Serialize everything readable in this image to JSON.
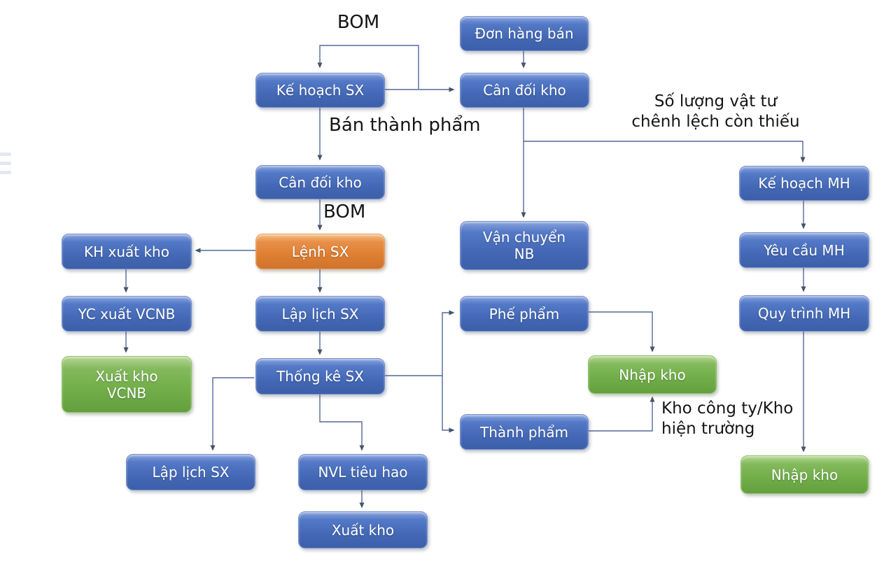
{
  "diagram": {
    "title": "Production / inventory process flowchart (Vietnamese ERP)",
    "colors": {
      "node_blue": "#4a70be",
      "node_orange": "#dd7e31",
      "node_green": "#70ad47",
      "connector": "#4a6496",
      "label_text": "#151515",
      "background": "#ffffff"
    },
    "nodes": [
      {
        "id": "don-hang-ban",
        "label": "Đơn hàng bán",
        "color": "blue"
      },
      {
        "id": "ke-hoach-sx",
        "label": "Kế hoạch SX",
        "color": "blue"
      },
      {
        "id": "can-doi-kho-top",
        "label": "Cân đối kho",
        "color": "blue"
      },
      {
        "id": "can-doi-kho-mid",
        "label": "Cân đối kho",
        "color": "blue"
      },
      {
        "id": "ke-hoach-mh",
        "label": "Kế hoạch MH",
        "color": "blue"
      },
      {
        "id": "kh-xuat-kho",
        "label": "KH xuất kho",
        "color": "blue"
      },
      {
        "id": "lenh-sx",
        "label": "Lệnh SX",
        "color": "orange"
      },
      {
        "id": "van-chuyen-nb",
        "label": "Vận chuyển\nNB",
        "color": "blue"
      },
      {
        "id": "yeu-cau-mh",
        "label": "Yêu cầu MH",
        "color": "blue"
      },
      {
        "id": "yc-xuat-vcnb",
        "label": "YC xuất VCNB",
        "color": "blue"
      },
      {
        "id": "lap-lich-sx",
        "label": "Lập lịch SX",
        "color": "blue"
      },
      {
        "id": "phe-pham",
        "label": "Phế phẩm",
        "color": "blue"
      },
      {
        "id": "quy-trinh-mh",
        "label": "Quy trình MH",
        "color": "blue"
      },
      {
        "id": "xuat-kho-vcnb",
        "label": "Xuất kho\nVCNB",
        "color": "green"
      },
      {
        "id": "thong-ke-sx",
        "label": "Thống kê SX",
        "color": "blue"
      },
      {
        "id": "nhap-kho-mid",
        "label": "Nhập kho",
        "color": "green"
      },
      {
        "id": "thanh-pham",
        "label": "Thành phẩm",
        "color": "blue"
      },
      {
        "id": "lap-lich-sx-2",
        "label": "Lập lịch SX",
        "color": "blue"
      },
      {
        "id": "nvl-tieu-hao",
        "label": "NVL tiêu hao",
        "color": "blue"
      },
      {
        "id": "nhap-kho-bot",
        "label": "Nhập kho",
        "color": "green"
      },
      {
        "id": "xuat-kho",
        "label": "Xuất kho",
        "color": "blue"
      }
    ],
    "edge_labels": [
      {
        "id": "bom-top",
        "text": "BOM"
      },
      {
        "id": "ban-thanh-pham",
        "text": "Bán thành phẩm"
      },
      {
        "id": "bom-mid",
        "text": "BOM"
      },
      {
        "id": "so-luong-vat-tu",
        "text": "Số lượng vật tư\nchênh lệch còn thiếu"
      },
      {
        "id": "kho-cong-ty",
        "text": "Kho công ty/Kho\nhiện trường"
      }
    ],
    "edges": [
      {
        "from": "don-hang-ban",
        "to": "can-doi-kho-top",
        "label": ""
      },
      {
        "from": "ke-hoach-sx",
        "to": "can-doi-kho-top",
        "label": ""
      },
      {
        "from": "can-doi-kho-top",
        "to": "ke-hoach-sx",
        "label": "BOM"
      },
      {
        "from": "ke-hoach-sx",
        "to": "can-doi-kho-mid",
        "label": "Bán thành phẩm"
      },
      {
        "from": "can-doi-kho-mid",
        "to": "lenh-sx",
        "label": "BOM"
      },
      {
        "from": "lenh-sx",
        "to": "kh-xuat-kho",
        "label": ""
      },
      {
        "from": "kh-xuat-kho",
        "to": "yc-xuat-vcnb",
        "label": ""
      },
      {
        "from": "yc-xuat-vcnb",
        "to": "xuat-kho-vcnb",
        "label": ""
      },
      {
        "from": "lenh-sx",
        "to": "lap-lich-sx",
        "label": ""
      },
      {
        "from": "lap-lich-sx",
        "to": "thong-ke-sx",
        "label": ""
      },
      {
        "from": "can-doi-kho-top",
        "to": "van-chuyen-nb",
        "label": ""
      },
      {
        "from": "can-doi-kho-top",
        "to": "ke-hoach-mh",
        "label": "Số lượng vật tư chênh lệch còn thiếu"
      },
      {
        "from": "ke-hoach-mh",
        "to": "yeu-cau-mh",
        "label": ""
      },
      {
        "from": "yeu-cau-mh",
        "to": "quy-trinh-mh",
        "label": ""
      },
      {
        "from": "quy-trinh-mh",
        "to": "nhap-kho-bot",
        "label": ""
      },
      {
        "from": "thong-ke-sx",
        "to": "phe-pham",
        "label": ""
      },
      {
        "from": "thong-ke-sx",
        "to": "thanh-pham",
        "label": ""
      },
      {
        "from": "thong-ke-sx",
        "to": "lap-lich-sx-2",
        "label": ""
      },
      {
        "from": "thong-ke-sx",
        "to": "nvl-tieu-hao",
        "label": ""
      },
      {
        "from": "nvl-tieu-hao",
        "to": "xuat-kho",
        "label": ""
      },
      {
        "from": "phe-pham",
        "to": "nhap-kho-mid",
        "label": ""
      },
      {
        "from": "thanh-pham",
        "to": "nhap-kho-mid",
        "label": "Kho công ty/Kho hiện trường"
      }
    ]
  }
}
